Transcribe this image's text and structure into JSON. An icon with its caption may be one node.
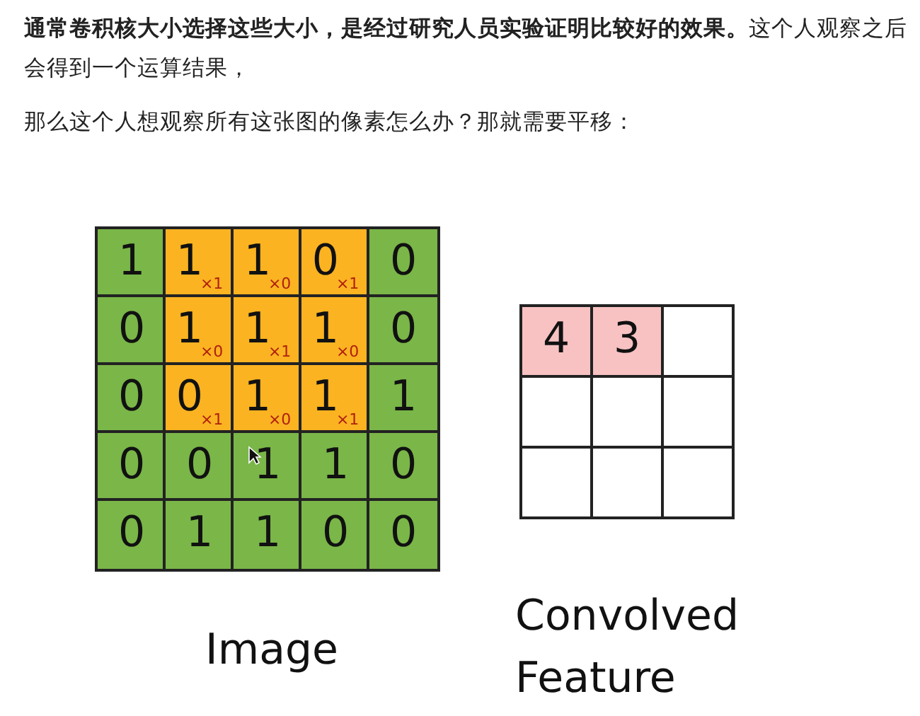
{
  "diagram": {
    "labels": [
      "**通常卷积核大小选择这些大小，是经过研究人员实验证明比较好的效果。**这个人观察之后会得到一个运算结果，",
      "那么这个人想观察所有这张图的像素怎么办？那就需要平移：",
      "1",
      "1$_{×1}$",
      "1$_{×0}$",
      "0$_{×1}$",
      "0",
      "0",
      "1$_{×0}$",
      "1$_{×1}$",
      "1$_{×0}$",
      "0",
      "0",
      "0$_{×1}$",
      "1$_{×0}$",
      "1$_{×1}$",
      "1",
      "0",
      "0",
      "1",
      "1",
      "0",
      "0",
      "1",
      "1",
      "0",
      "0",
      "4",
      "3",
      "Image",
      "Convolved Feature"
    ]
  }
}
